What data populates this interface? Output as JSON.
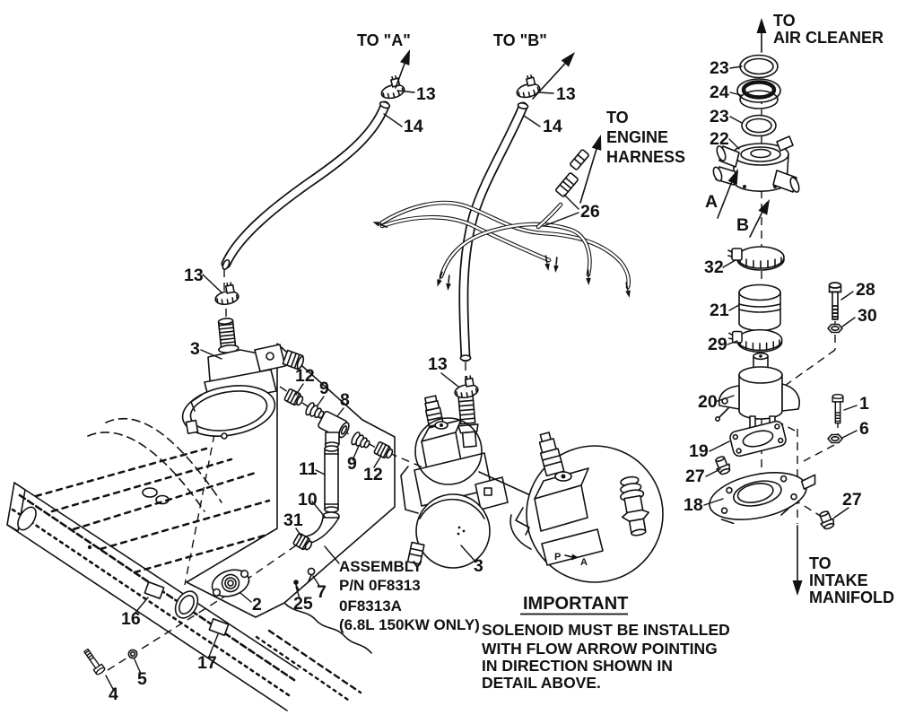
{
  "colors": {
    "ink": "#111111",
    "paper": "#ffffff"
  },
  "directions": {
    "to_a": "TO \"A\"",
    "to_b": "TO \"B\"",
    "engine_harness": [
      "TO",
      "ENGINE",
      "HARNESS"
    ],
    "air_cleaner": [
      "TO",
      "AIR CLEANER"
    ],
    "intake_manifold": [
      "TO",
      "INTAKE",
      "MANIFOLD"
    ]
  },
  "ref_letters": {
    "a": "A",
    "b": "B"
  },
  "callouts": {
    "clamp_a_top": "13",
    "hose_a": "14",
    "clamp_b_top": "13",
    "hose_b": "14",
    "harness": "26",
    "clamp_mid_left": "13",
    "regulator_left": "3",
    "fitting_12_left": "12",
    "fitting_9_left": "9",
    "tee_8": "8",
    "nipple_11": "11",
    "fitting_9_right": "9",
    "fitting_12_right": "12",
    "elbow_10": "10",
    "fitting_31": "31",
    "clamp_mid_center": "13",
    "valve_center": "3",
    "flange_2": "2",
    "screw_25": "25",
    "screw_7": "7",
    "decal_16": "16",
    "decal_17": "17",
    "washer_5": "5",
    "bolt_4": "4",
    "oring_23_upper": "23",
    "ring_24": "24",
    "oring_23_lower": "23",
    "mixer_22": "22",
    "clamp_32": "32",
    "sleeve_21": "21",
    "bolt_28": "28",
    "nut_30": "30",
    "clamp_29": "29",
    "carb_20": "20",
    "bolt_1": "1",
    "nut_6": "6",
    "gasket_19": "19",
    "plug_27_left": "27",
    "base_18": "18",
    "plug_27_right": "27"
  },
  "notes": {
    "assembly": [
      "ASSEMBLY",
      "P/N 0F8313"
    ],
    "variant": [
      "0F8313A",
      "(6.8L 150KW ONLY)"
    ],
    "important_title": "IMPORTANT",
    "important_body": [
      "SOLENOID MUST BE INSTALLED",
      "WITH FLOW ARROW POINTING",
      "IN DIRECTION SHOWN IN",
      "DETAIL ABOVE."
    ]
  },
  "detail_flow": {
    "inlet": "P",
    "outlet": "A"
  }
}
